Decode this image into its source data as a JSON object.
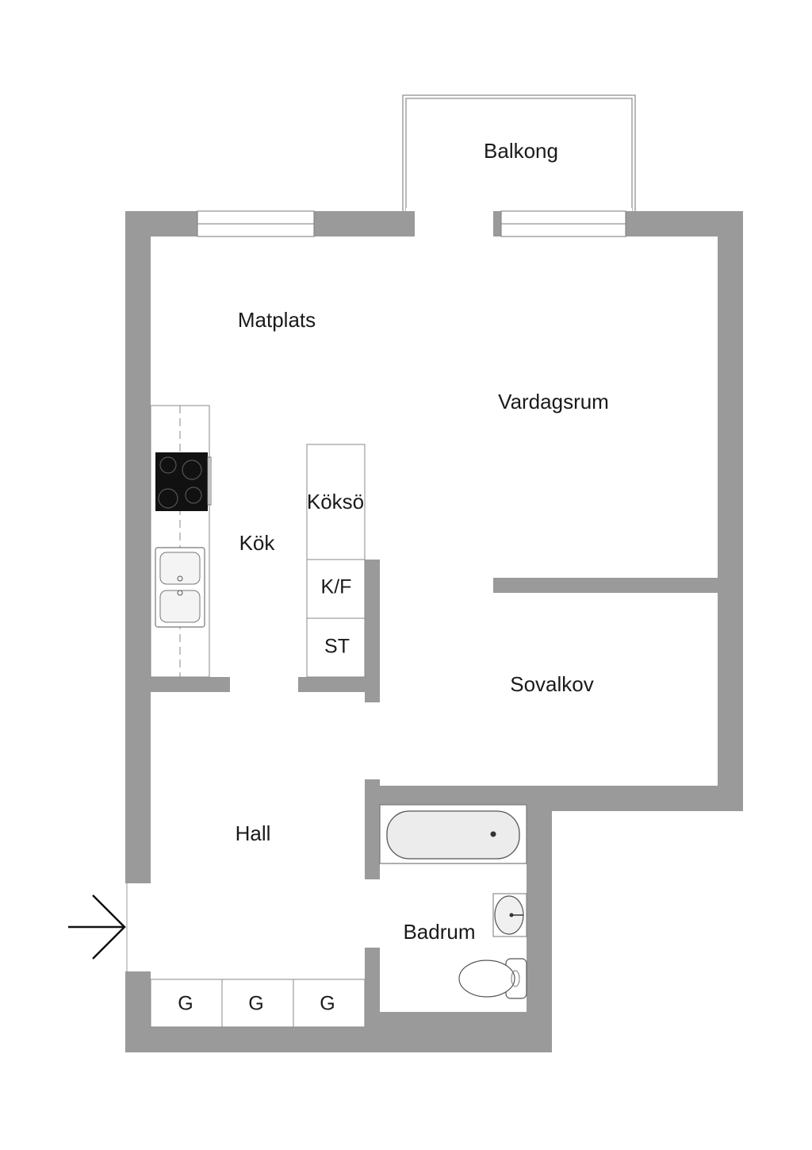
{
  "floor_plan": {
    "rooms": {
      "balcony": "Balkong",
      "dining": "Matplats",
      "living": "Vardagsrum",
      "kitchen": "Kök",
      "kitchen_island": "Köksö",
      "bed_alcove": "Sovalkov",
      "hall": "Hall",
      "bathroom": "Badrum"
    },
    "fixtures": {
      "fridge_freezer": "K/F",
      "dishwasher": "ST",
      "wardrobes": [
        "G",
        "G",
        "G"
      ]
    },
    "colors": {
      "wall": "#9a9a9a",
      "line": "#6f6f6f",
      "background": "#ffffff",
      "stove": "#111111"
    }
  }
}
